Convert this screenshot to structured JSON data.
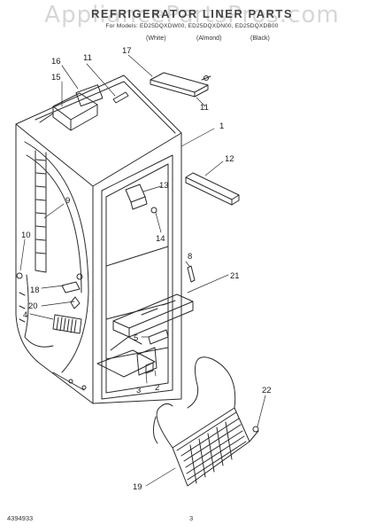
{
  "header": {
    "title": "REFRIGERATOR LINER PARTS",
    "models": "For Models: ED25DQXDW00, ED25DQXDN00, ED25DQXDB00",
    "colors": [
      "(White)",
      "(Almond)",
      "(Black)"
    ]
  },
  "watermark": "AppliancePartsPros.com",
  "footer": {
    "code": "4394933",
    "page": "3"
  },
  "callouts": [
    "1",
    "2",
    "3",
    "4",
    "5",
    "8",
    "9",
    "10",
    "11",
    "11",
    "12",
    "13",
    "14",
    "15",
    "16",
    "17",
    "18",
    "19",
    "20",
    "21",
    "22"
  ],
  "colors": {
    "ink": "#2a2a2a",
    "watermark": "#9a9a9a"
  }
}
